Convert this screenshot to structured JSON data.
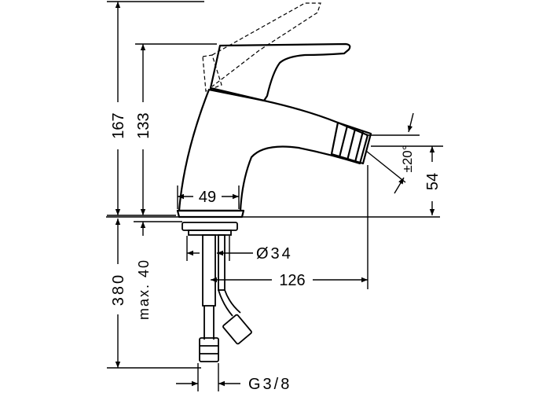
{
  "dimensions": {
    "total_height": "167",
    "spout_height": "133",
    "base_width": "49",
    "jet_height": "54",
    "jet_angle": "±20°",
    "hole_diameter": "Ø34",
    "projection": "126",
    "hose_length": "380",
    "deck_thickness": "max. 40",
    "thread": "G3/8"
  }
}
